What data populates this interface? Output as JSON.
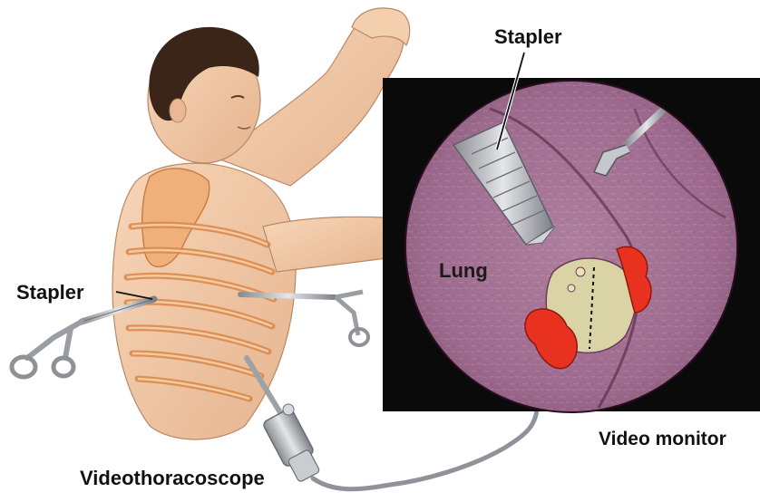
{
  "labels": {
    "stapler_left": "Stapler",
    "stapler_top": "Stapler",
    "lung": "Lung",
    "video_monitor": "Video monitor",
    "videothoracoscope": "Videothoracoscope"
  },
  "colors": {
    "skin": "#f2c9a6",
    "hair": "#3b2418",
    "ribs": "#e8a36b",
    "lung_tissue": "#a8708f",
    "monitor_frame": "#0a0a0a",
    "tumor": "#e8311f",
    "metal": "#b9bcc0"
  },
  "icons": [
    "stapler-left-icon",
    "stapler-in-view-icon",
    "grasper-icon",
    "videothoracoscope-icon",
    "scope-cable-icon"
  ]
}
